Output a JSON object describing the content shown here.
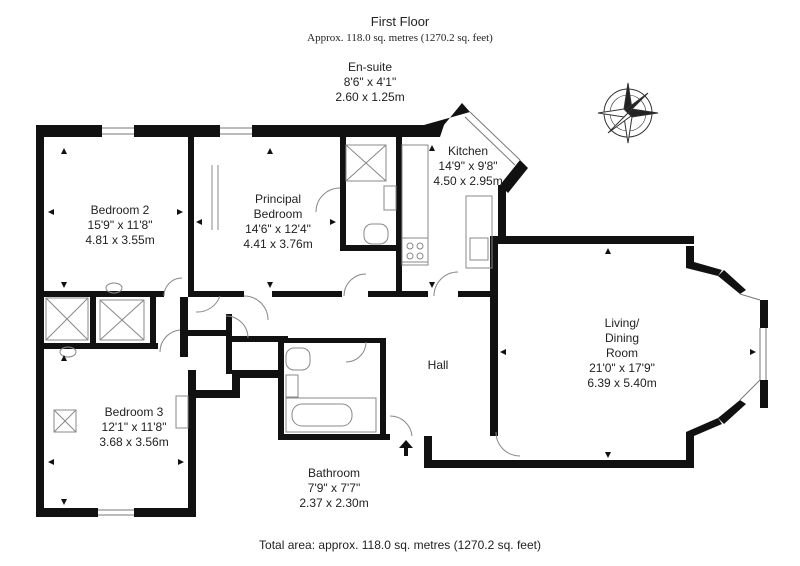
{
  "header": {
    "title": "First Floor",
    "subtitle": "Approx. 118.0 sq. metres (1270.2 sq. feet)"
  },
  "rooms": {
    "ensuite": {
      "name": "En-suite",
      "imperial": "8'6\" x 4'1\"",
      "metric": "2.60 x 1.25m"
    },
    "kitchen": {
      "name": "Kitchen",
      "imperial": "14'9\" x 9'8\"",
      "metric": "4.50 x 2.95m"
    },
    "bedroom2": {
      "name": "Bedroom 2",
      "imperial": "15'9\" x 11'8\"",
      "metric": "4.81 x 3.55m"
    },
    "principal": {
      "name_line1": "Principal",
      "name_line2": "Bedroom",
      "imperial": "14'6\" x 12'4\"",
      "metric": "4.41 x 3.76m"
    },
    "living": {
      "name_line1": "Living/",
      "name_line2": "Dining",
      "name_line3": "Room",
      "imperial": "21'0\" x 17'9\"",
      "metric": "6.39 x 5.40m"
    },
    "hall": {
      "name": "Hall"
    },
    "bedroom3": {
      "name": "Bedroom 3",
      "imperial": "12'1\" x 11'8\"",
      "metric": "3.68 x 3.56m"
    },
    "bathroom": {
      "name": "Bathroom",
      "imperial": "7'9\" x 7'7\"",
      "metric": "2.37 x 2.30m"
    }
  },
  "footer": {
    "total_area": "Total area: approx. 118.0 sq. metres (1270.2 sq. feet)"
  },
  "colors": {
    "wall": "#111111",
    "fixture": "#888888",
    "background": "#ffffff"
  },
  "icons": [
    "compass-rose-icon",
    "entrance-arrow-icon"
  ]
}
